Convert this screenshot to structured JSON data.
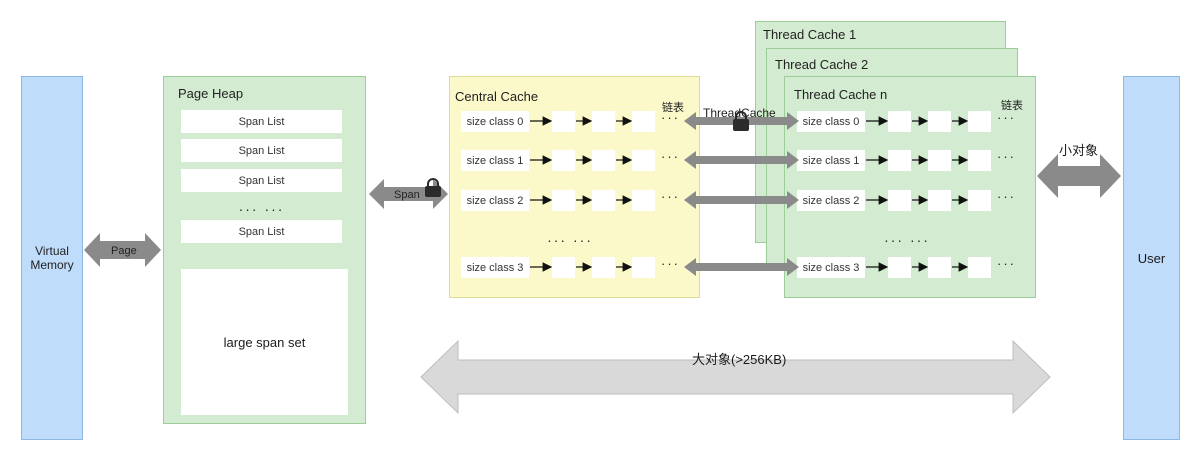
{
  "virtual_memory": {
    "label": "Virtual\nMemory"
  },
  "page_heap": {
    "title": "Page Heap",
    "span_lists": [
      "Span List",
      "Span List",
      "Span List"
    ],
    "ellipsis": "··· ···",
    "span_list_bottom": "Span List",
    "large_span_set": "large span set"
  },
  "central_cache": {
    "title": "Central Cache",
    "linked_list_label": "链表",
    "size_classes": [
      "size class 0",
      "size class 1",
      "size class 2",
      "size class 3"
    ],
    "row_ellipsis": "···",
    "mid_ellipsis": "··· ···"
  },
  "thread_caches": {
    "cache1_title": "Thread Cache 1",
    "cache2_title": "Thread Cache 2",
    "cachen_title": "Thread Cache n",
    "linked_list_label": "链表",
    "size_classes": [
      "size class 0",
      "size class 1",
      "size class 2",
      "size class 3"
    ],
    "row_ellipsis": "···",
    "mid_ellipsis": "··· ···"
  },
  "user": {
    "label": "User"
  },
  "arrows": {
    "page": "Page",
    "span": "Span",
    "threadcache": "ThreadCache",
    "small_object": "小对象",
    "large_object": "大对象(>256KB)"
  },
  "colors": {
    "blue": "#bfdcfb",
    "green": "#d3ecd1",
    "yellow": "#fbf8c9",
    "arrow_dark": "#8a8a8a",
    "arrow_light": "#d9d9d9",
    "lock": "#2b2b2b"
  }
}
